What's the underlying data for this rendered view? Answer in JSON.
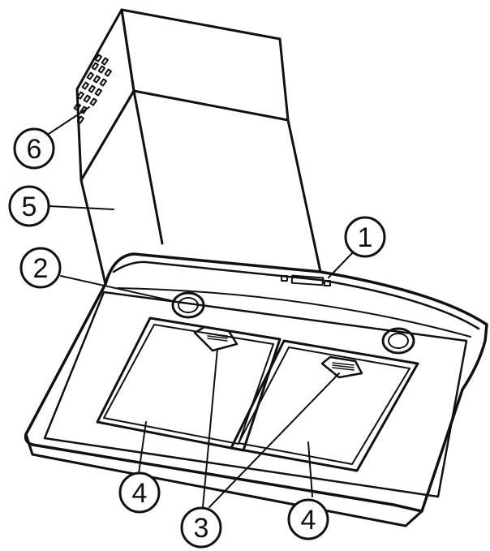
{
  "callouts": [
    {
      "id": "c1",
      "label": "1"
    },
    {
      "id": "c2",
      "label": "2"
    },
    {
      "id": "c3",
      "label": "3"
    },
    {
      "id": "c4a",
      "label": "4"
    },
    {
      "id": "c4b",
      "label": "4"
    },
    {
      "id": "c5",
      "label": "5"
    },
    {
      "id": "c6",
      "label": "6"
    }
  ],
  "colors": {
    "line": "#111111",
    "background": "#ffffff"
  }
}
